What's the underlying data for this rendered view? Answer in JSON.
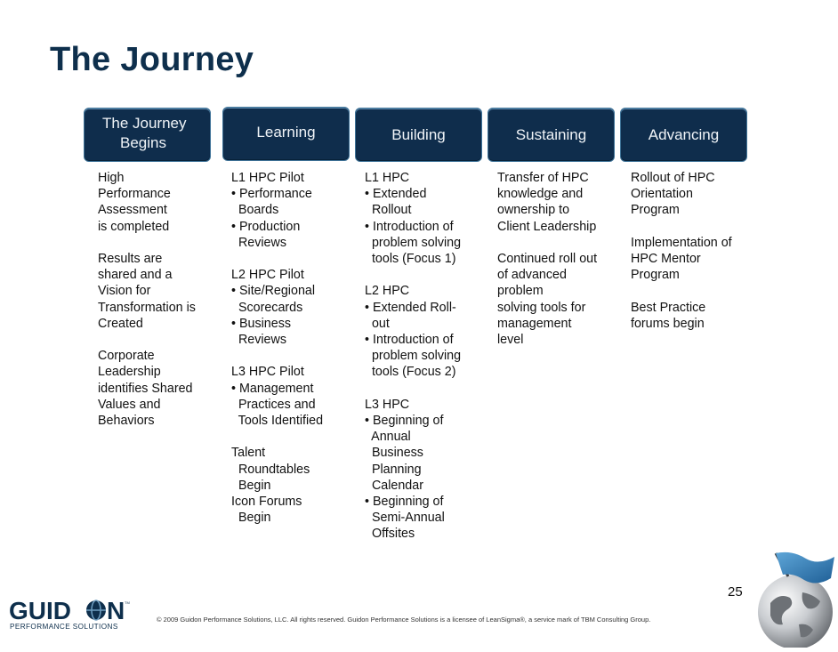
{
  "slide": {
    "title": "The Journey",
    "page_number": "25",
    "footer": "© 2009 Guidon Performance Solutions, LLC.  All rights reserved. Guidon Performance Solutions is a licensee of LeanSigma®, a service mark of TBM Consulting Group."
  },
  "logo": {
    "brand_left": "GUID",
    "brand_right": "N",
    "tm": "TM",
    "tagline": "PERFORMANCE SOLUTIONS"
  },
  "colors": {
    "header_bg": "#0f2d4c",
    "title": "#0e2f4c",
    "brand": "#0e2f4c"
  },
  "headers": [
    {
      "line1": "The Journey",
      "line2": "Begins"
    },
    {
      "label": "Learning"
    },
    {
      "label": "Building"
    },
    {
      "label": "Sustaining"
    },
    {
      "label": "Advancing"
    }
  ],
  "columns": [
    {
      "lines": [
        "High",
        "Performance",
        "Assessment",
        "is completed",
        "",
        "Results are",
        "shared and a",
        "Vision for",
        "Transformation is",
        "Created",
        "",
        "Corporate",
        "Leadership",
        "identifies Shared",
        "Values and",
        "Behaviors"
      ]
    },
    {
      "lines": [
        "L1 HPC Pilot",
        "• Performance",
        "  Boards",
        "• Production",
        "  Reviews",
        "",
        "L2 HPC Pilot",
        "• Site/Regional",
        "  Scorecards",
        "• Business",
        "  Reviews",
        "",
        "L3 HPC Pilot",
        "• Management",
        "  Practices and",
        "  Tools Identified",
        "",
        "Talent",
        "  Roundtables",
        "  Begin",
        "Icon Forums",
        "  Begin"
      ]
    },
    {
      "lines": [
        "L1 HPC",
        "• Extended",
        "  Rollout",
        "• Introduction of",
        "  problem solving",
        "  tools (Focus 1)",
        "",
        "L2 HPC",
        "• Extended Roll-",
        "  out",
        "• Introduction of",
        "  problem solving",
        "  tools (Focus 2)",
        "",
        "L3 HPC",
        "• Beginning of",
        "  Annual",
        "  Business",
        "  Planning",
        "  Calendar",
        "• Beginning of",
        "  Semi-Annual",
        "  Offsites"
      ]
    },
    {
      "lines": [
        "Transfer of HPC",
        "knowledge and",
        "ownership to",
        "Client Leadership",
        "",
        "Continued roll out",
        "of advanced",
        "problem",
        "solving tools for",
        "management",
        "level"
      ]
    },
    {
      "lines": [
        "Rollout of HPC",
        "Orientation",
        "Program",
        "",
        "Implementation of",
        "HPC Mentor",
        "Program",
        "",
        "Best Practice",
        "forums begin"
      ]
    }
  ]
}
